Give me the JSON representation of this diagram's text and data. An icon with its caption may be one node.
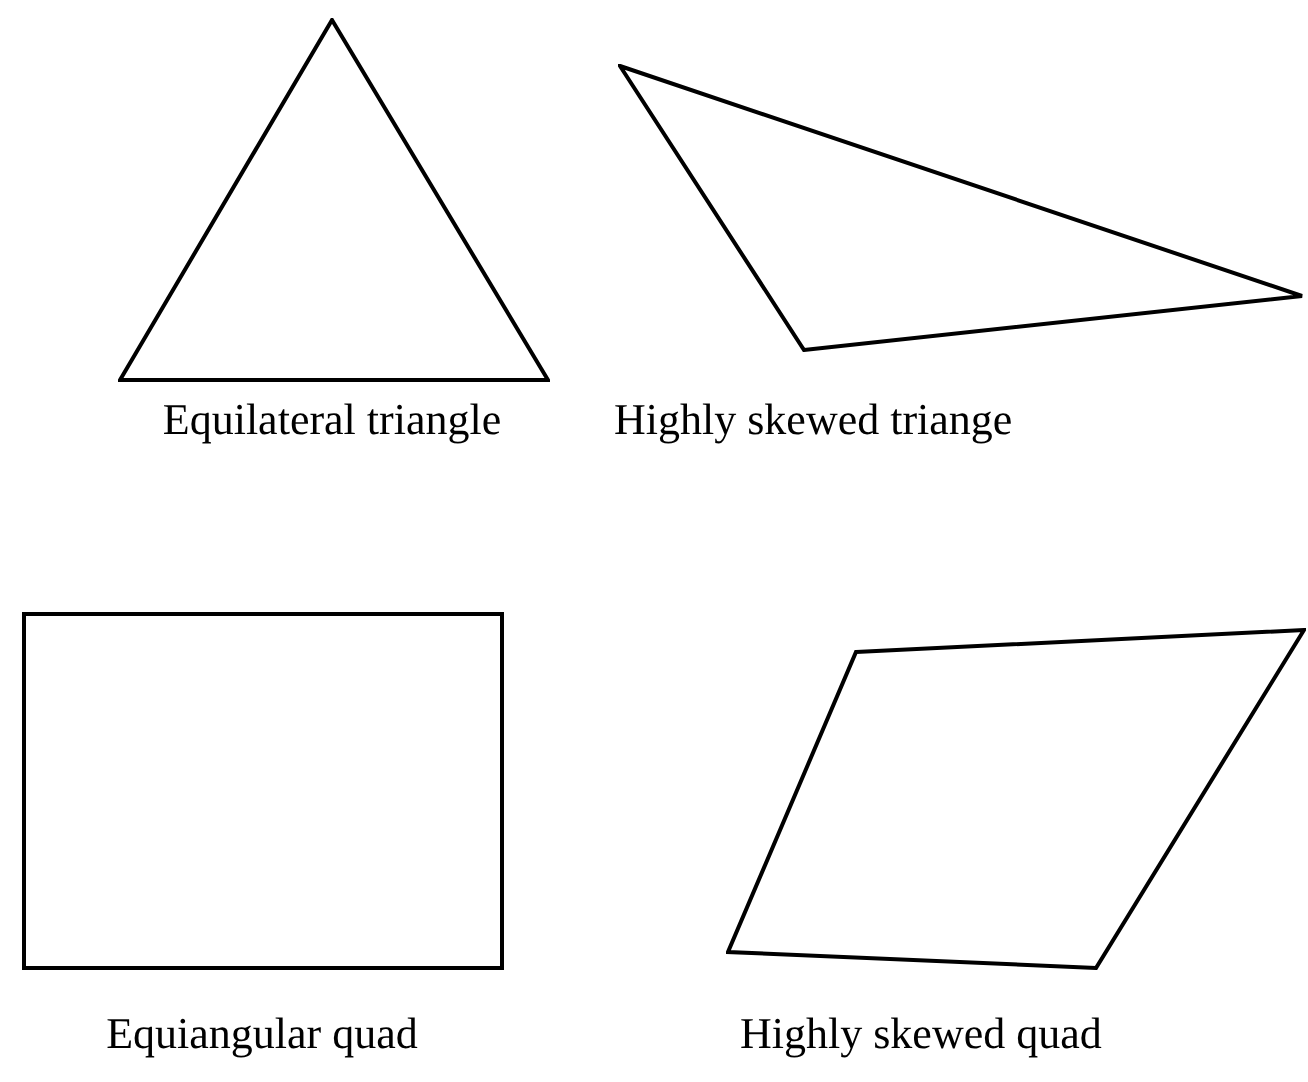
{
  "diagram": {
    "nodes": [
      {
        "text": [],
        "shape": "triangle",
        "beside": [
          "Equilateral triangle"
        ]
      },
      {
        "text": [],
        "shape": "triangle",
        "beside": [
          "Highly skewed triange"
        ]
      },
      {
        "text": [],
        "shape": "box",
        "beside": [
          "Equiangular quad"
        ]
      },
      {
        "text": [],
        "shape": "quad",
        "beside": [
          "Highly skewed quad"
        ]
      }
    ]
  }
}
